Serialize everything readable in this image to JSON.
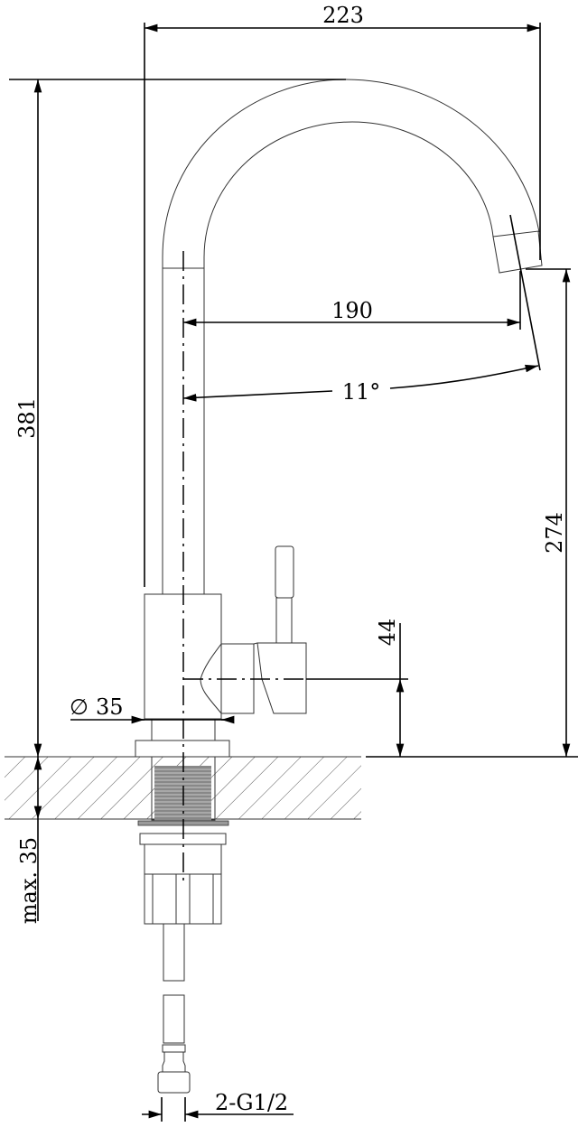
{
  "title": "Kitchen faucet dimension drawing",
  "dimensions": {
    "total_reach": "223",
    "spout_reach": "190",
    "swivel_angle": "11°",
    "total_height": "381",
    "spout_height": "274",
    "handle_height": "44",
    "base_diameter": "35",
    "diameter_symbol": "∅",
    "max_countertop": "max. 35",
    "connection": "2-G1/2"
  },
  "colors": {
    "line": "#000000",
    "thread_fill": "#888888"
  }
}
